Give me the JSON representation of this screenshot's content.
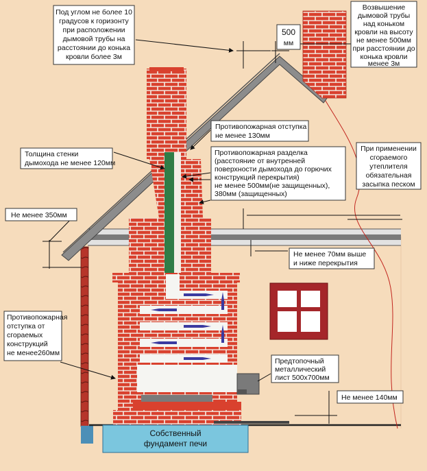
{
  "colors": {
    "background": "#f6dcbc",
    "brick": "#d9412e",
    "mortar": "#f3efe6",
    "flue_insulation": "#2f7d47",
    "roof": "#8c8c8c",
    "foundation": "#7bc6de",
    "window_frame": "#a5262a",
    "arrow": "#3a3aa0",
    "leader": "#111111"
  },
  "labels": {
    "angle_rule": [
      "Под углом не более 10",
      "градусов к горизонту",
      "при расположении",
      "дымовой трубы на",
      "расстоянии до конька",
      "кровли более 3м"
    ],
    "height_500": [
      "500",
      "мм"
    ],
    "ridge_rule": [
      "Возвышение",
      "дымовой трубы",
      "над коньком",
      "кровли на высоту",
      "не менее 500мм",
      "при расстоянии до",
      "конька кровли",
      "менее 3м"
    ],
    "setback_130": [
      "Противопожарная отступка",
      "не менее 130мм"
    ],
    "wall_120": [
      "Толщина стенки",
      "дымохода не менее 120мм"
    ],
    "separation": [
      "Противопожарная разделка",
      "(расстояние от внутренней",
      "поверхности дымохода до горючих",
      "конструкций перекрытия)",
      "не менее 500мм(не защищенных),",
      "380мм (защищенных)"
    ],
    "sand_fill": [
      "При применении",
      "сгораемого",
      "утеплителя",
      "обязательная",
      "засыпка песком"
    ],
    "min_350": [
      "Не менее 350мм"
    ],
    "min_70": [
      "Не менее 70мм выше",
      "и ниже перекрытия"
    ],
    "setback_260": [
      "Противопожарная",
      "отступка от",
      "сгораемых",
      "конструкций",
      "не менее260мм"
    ],
    "metal_sheet": [
      "Предтопочный",
      "металлический",
      "лист 500x700мм"
    ],
    "min_140": [
      "Не менее 140мм"
    ],
    "foundation": [
      "Собственный",
      "фундамент печи"
    ]
  }
}
